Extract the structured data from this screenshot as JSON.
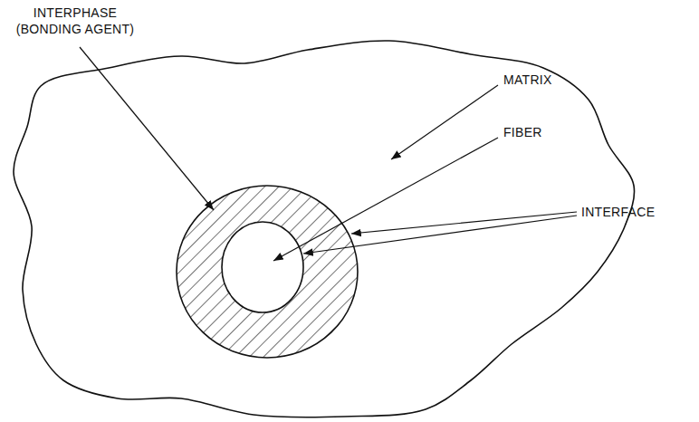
{
  "diagram": {
    "labels": [
      "INTERPHASE (BONDING AGENT)",
      "MATRIX",
      "FIBER",
      "INTERFACE"
    ]
  }
}
